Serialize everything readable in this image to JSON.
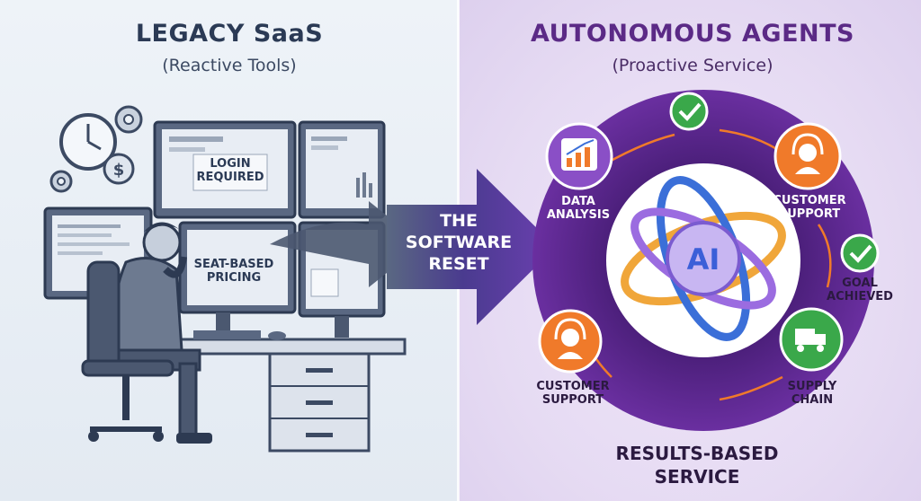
{
  "left": {
    "title": "LEGACY SaaS",
    "subtitle": "(Reactive Tools)",
    "monitor_top_label_1": "LOGIN",
    "monitor_top_label_2": "REQUIRED",
    "monitor_mid_label_1": "SEAT-BASED",
    "monitor_mid_label_2": "PRICING"
  },
  "center": {
    "arrow_line_1": "THE",
    "arrow_line_2": "SOFTWARE",
    "arrow_line_3": "RESET"
  },
  "right": {
    "title": "AUTONOMOUS AGENTS",
    "subtitle": "(Proactive Service)",
    "hub_label": "AI",
    "nodes": {
      "data_analysis": [
        "DATA",
        "ANALYSIS"
      ],
      "customer_support_top": [
        "CUSTOMER",
        "SUPPORT"
      ],
      "goal_achieved": [
        "GOAL",
        "ACHIEVED"
      ],
      "supply_chain": [
        "SUPPLY",
        "CHAIN"
      ],
      "customer_support_bottom": [
        "CUSTOMER",
        "SUPPORT"
      ]
    },
    "footer_line_1": "RESULTS-BASED",
    "footer_line_2": "SERVICE"
  },
  "colors": {
    "left_title": "#2b3a55",
    "right_title": "#5b2a86",
    "arrow": "#4a3b8f",
    "orange": "#f07a2a",
    "green": "#3aa84a",
    "purple": "#7b3fb0",
    "hub_blue": "#3b6fd8"
  },
  "icons": [
    "clock-icon",
    "gear-icon",
    "dollar-icon",
    "chart-icon",
    "headset-icon",
    "check-icon",
    "truck-icon"
  ]
}
